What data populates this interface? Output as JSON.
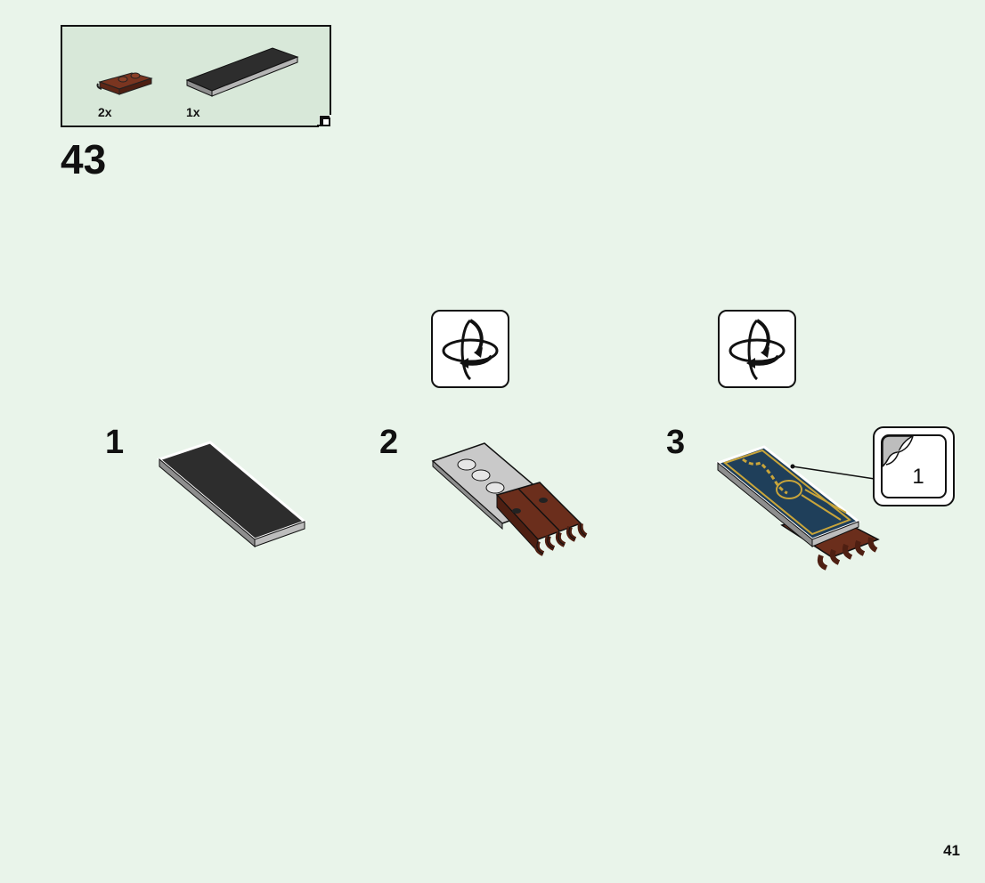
{
  "parts_list": {
    "items": [
      {
        "name": "reddish-brown plate with clip",
        "quantity": "2x"
      },
      {
        "name": "black tile",
        "quantity": "1x"
      }
    ]
  },
  "step": {
    "number": "43"
  },
  "substeps": [
    {
      "number": "1"
    },
    {
      "number": "2"
    },
    {
      "number": "3"
    }
  ],
  "sticker": {
    "number": "1"
  },
  "page": {
    "number": "41"
  },
  "colors": {
    "background": "#e9f4ea",
    "parts_box": "#d8e8d9",
    "reddish_brown": "#6b2e1c",
    "black_tile": "#2d2d2d",
    "sticker_blue": "#1f3f5a",
    "sticker_gold": "#c9a53a"
  },
  "icons": [
    "rotate-model-icon",
    "sticker-icon",
    "submodel-corner-icon"
  ]
}
